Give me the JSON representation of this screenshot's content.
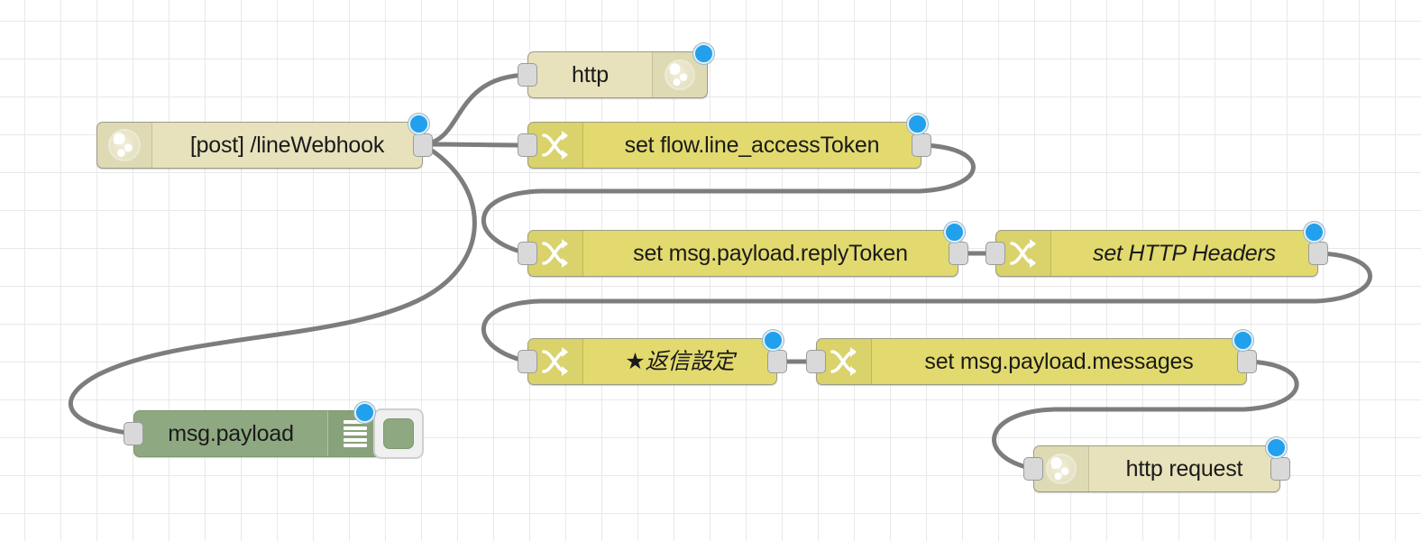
{
  "editor": {
    "name": "node-red-flow-canvas",
    "grid_color": "#e9e9e9",
    "wire_color": "#7d7d7d",
    "background": "#ffffff"
  },
  "palette": {
    "http_color": "#e7e2bb",
    "change_color": "#e2da6e",
    "debug_color": "#8ea981",
    "port_color": "#d9d9d9",
    "status_dot_color": "#20a0ed"
  },
  "nodes": [
    {
      "id": "http-in",
      "type": "http in",
      "label": "[post] /lineWebhook",
      "icon": "globe-icon",
      "icon_side": "left",
      "color": "#e7e2bb",
      "italic": false,
      "has_input": false,
      "has_output": true,
      "selected": true
    },
    {
      "id": "http-response",
      "type": "http response",
      "label": "http",
      "icon": "globe-icon",
      "icon_side": "right",
      "color": "#e7e2bb",
      "italic": false,
      "has_input": true,
      "has_output": false,
      "selected": true
    },
    {
      "id": "set-access-token",
      "type": "change",
      "label": "set flow.line_accessToken",
      "icon": "swirl-icon",
      "icon_side": "left",
      "color": "#e2da6e",
      "italic": false,
      "has_input": true,
      "has_output": true,
      "selected": true
    },
    {
      "id": "set-reply-token",
      "type": "change",
      "label": "set msg.payload.replyToken",
      "icon": "swirl-icon",
      "icon_side": "left",
      "color": "#e2da6e",
      "italic": false,
      "has_input": true,
      "has_output": true,
      "selected": true
    },
    {
      "id": "set-http-headers",
      "type": "change",
      "label": "set HTTP Headers",
      "icon": "swirl-icon",
      "icon_side": "left",
      "color": "#e2da6e",
      "italic": true,
      "has_input": true,
      "has_output": true,
      "selected": true
    },
    {
      "id": "reply-settings",
      "type": "change",
      "label": "★返信設定",
      "icon": "swirl-icon",
      "icon_side": "left",
      "color": "#e2da6e",
      "italic": true,
      "has_input": true,
      "has_output": true,
      "selected": true
    },
    {
      "id": "set-messages",
      "type": "change",
      "label": "set msg.payload.messages",
      "icon": "swirl-icon",
      "icon_side": "left",
      "color": "#e2da6e",
      "italic": false,
      "has_input": true,
      "has_output": true,
      "selected": true
    },
    {
      "id": "http-request",
      "type": "http request",
      "label": "http request",
      "icon": "globe-icon",
      "icon_side": "left",
      "color": "#e7e2bb",
      "italic": false,
      "has_input": true,
      "has_output": true,
      "selected": true
    },
    {
      "id": "debug",
      "type": "debug",
      "label": "msg.payload",
      "icon": "debug-lines-icon",
      "icon_side": "right",
      "color": "#8ea981",
      "italic": false,
      "has_input": true,
      "has_output": false,
      "selected": true,
      "enabled": true
    }
  ],
  "wires": [
    {
      "from": "http-in",
      "to": "http-response"
    },
    {
      "from": "http-in",
      "to": "set-access-token"
    },
    {
      "from": "http-in",
      "to": "debug"
    },
    {
      "from": "set-access-token",
      "to": "set-reply-token"
    },
    {
      "from": "set-reply-token",
      "to": "set-http-headers"
    },
    {
      "from": "set-http-headers",
      "to": "reply-settings"
    },
    {
      "from": "reply-settings",
      "to": "set-messages"
    },
    {
      "from": "set-messages",
      "to": "http-request"
    }
  ]
}
